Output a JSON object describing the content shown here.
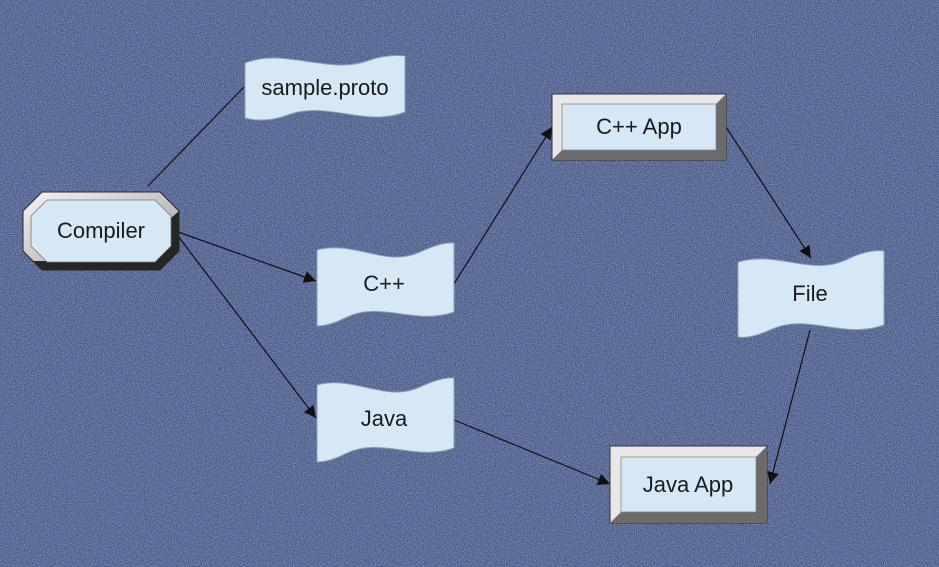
{
  "nodes": {
    "proto": {
      "label": "sample.proto"
    },
    "compiler": {
      "label": "Compiler"
    },
    "cpp": {
      "label": "C++"
    },
    "java": {
      "label": "Java"
    },
    "cpp_app": {
      "label": "C++ App"
    },
    "file": {
      "label": "File"
    },
    "java_app": {
      "label": "Java App"
    }
  },
  "edges": [
    {
      "from": "compiler",
      "to": "proto",
      "arrow": false
    },
    {
      "from": "compiler",
      "to": "cpp",
      "arrow": true
    },
    {
      "from": "compiler",
      "to": "java",
      "arrow": true
    },
    {
      "from": "cpp",
      "to": "cpp_app",
      "arrow": true
    },
    {
      "from": "cpp_app",
      "to": "file",
      "arrow": true
    },
    {
      "from": "file",
      "to": "java_app",
      "arrow": true
    },
    {
      "from": "java",
      "to": "java_app",
      "arrow": true
    }
  ],
  "colors": {
    "shape_fill": "#d6e8f6",
    "background": "#4a5b8a",
    "arrow": "#111111"
  }
}
